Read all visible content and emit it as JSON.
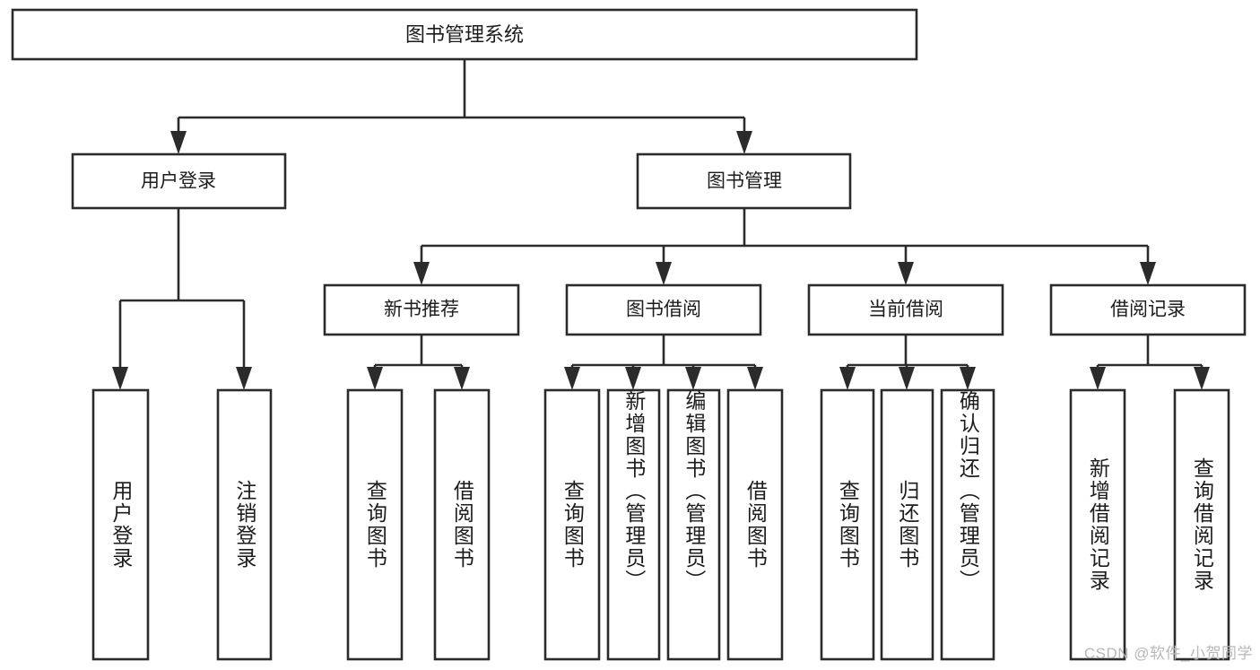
{
  "diagram": {
    "type": "tree-hierarchy-chart",
    "title": "图书管理系统",
    "watermark": "CSDN @软件_小贺同学",
    "colors": {
      "background": "#ffffff",
      "box_fill": "#ffffff",
      "stroke": "#2b2b2b",
      "text": "#1c1c1c",
      "watermark": "#b8b8b8"
    },
    "root": {
      "id": "root",
      "label": "图书管理系统"
    },
    "level2": [
      {
        "id": "user-login",
        "label": "用户登录"
      },
      {
        "id": "book-manage",
        "label": "图书管理"
      }
    ],
    "level3": [
      {
        "id": "new-book-recommend",
        "label": "新书推荐",
        "parent": "book-manage"
      },
      {
        "id": "book-borrow",
        "label": "图书借阅",
        "parent": "book-manage"
      },
      {
        "id": "current-borrow",
        "label": "当前借阅",
        "parent": "book-manage"
      },
      {
        "id": "borrow-record",
        "label": "借阅记录",
        "parent": "book-manage"
      }
    ],
    "leaves": {
      "user_login": [
        {
          "id": "leaf-user-login",
          "label": "用户登录"
        },
        {
          "id": "leaf-user-logout",
          "label": "注销登录"
        }
      ],
      "new_book_recommend": [
        {
          "id": "leaf-query-book-1",
          "label": "查询图书"
        },
        {
          "id": "leaf-borrow-book-1",
          "label": "借阅图书"
        }
      ],
      "book_borrow": [
        {
          "id": "leaf-query-book-2",
          "label": "查询图书"
        },
        {
          "id": "leaf-add-book",
          "label": "新增图书（管理员）"
        },
        {
          "id": "leaf-edit-book",
          "label": "编辑图书（管理员）"
        },
        {
          "id": "leaf-borrow-book-2",
          "label": "借阅图书"
        }
      ],
      "current_borrow": [
        {
          "id": "leaf-query-book-3",
          "label": "查询图书"
        },
        {
          "id": "leaf-return-book",
          "label": "归还图书"
        },
        {
          "id": "leaf-confirm-return",
          "label": "确认归还（管理员）"
        }
      ],
      "borrow_record": [
        {
          "id": "leaf-add-record",
          "label": "新增借阅记录"
        },
        {
          "id": "leaf-query-record",
          "label": "查询借阅记录"
        }
      ]
    }
  }
}
